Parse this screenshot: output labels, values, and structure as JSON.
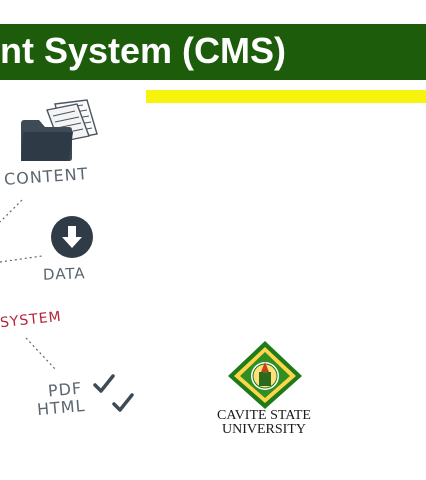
{
  "slide": {
    "title": "nt System (CMS)"
  },
  "diagram": {
    "content_label": "CONTENT",
    "data_label": "DATA",
    "system_label": "SYSTEM",
    "pdf_label": "PDF",
    "html_label": "HTML"
  },
  "logo": {
    "name_line1": "CAVITE STATE",
    "name_line2": "UNIVERSITY"
  },
  "colors": {
    "title_bar": "#1d5c0b",
    "accent_strip": "#f6f40c",
    "system_red": "#b5243a"
  }
}
